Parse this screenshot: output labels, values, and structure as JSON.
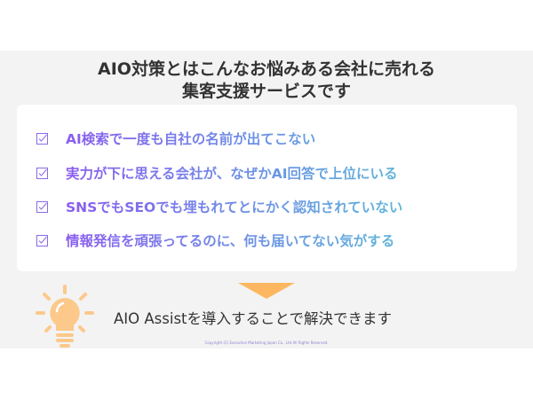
{
  "title": {
    "line1": "AIO対策とはこんなお悩みある会社に売れる",
    "line2": "集客支援サービスです"
  },
  "problems": [
    {
      "icon": "checkbox-icon",
      "text": "AI検索で一度も自社の名前が出てこない"
    },
    {
      "icon": "checkbox-icon",
      "text": "実力が下に思える会社が、なぜかAI回答で上位にいる"
    },
    {
      "icon": "checkbox-icon",
      "text": "SNSでもSEOでも埋もれてとにかく認知されていない"
    },
    {
      "icon": "checkbox-icon",
      "text": "情報発信を頑張ってるのに、何も届いてない気がする"
    }
  ],
  "solution": {
    "text": "AIO Assistを導入することで解決できます",
    "icon": "lightbulb-icon"
  },
  "copyright": "Copyright (C) Executive Marketing Japan Co., Ltd All Rights Reserved.",
  "colors": {
    "accent_orange": "#fdb760",
    "gradient_start": "#8a5cf0",
    "gradient_end": "#5cc6d4",
    "background": "#f3f3f3"
  }
}
